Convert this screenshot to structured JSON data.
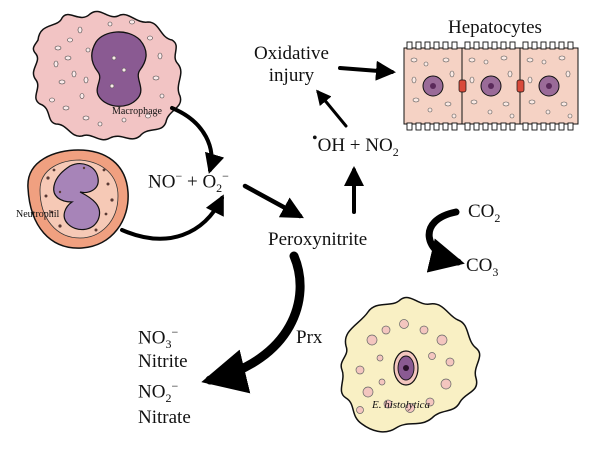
{
  "labels": {
    "macrophage": "Macrophage",
    "neutrophil": "Neutrophil",
    "hepatocytes": "Hepatocytes",
    "oxidative_line1": "Oxidative",
    "oxidative_line2": "injury",
    "oh_no2_lead": "OH + NO",
    "oh_no2_sub": "2",
    "no_o2_a": "NO",
    "no_o2_a_sup": "−",
    "no_o2_b": " + O",
    "no_o2_b_sub": "2",
    "no_o2_b_sup": "−",
    "peroxynitrite": "Peroxynitrite",
    "co2_lead": "CO",
    "co2_sub": "2",
    "co3_lead": "CO",
    "co3_sub": "3",
    "no3_lead": "NO",
    "no3_sub": "3",
    "no3_sup": "−",
    "nitrite": "Nitrite",
    "no2_lead": "NO",
    "no2_sub": "2",
    "no2_sup": "−",
    "nitrate": "Nitrate",
    "prx": "Prx",
    "ehistolytica": "E. histolytica"
  },
  "colors": {
    "macrophage_fill": "#f2c4c4",
    "macrophage_nucleus": "#8a5a92",
    "neutrophil_outer": "#f0a080",
    "neutrophil_inner": "#f6c9b6",
    "neutrophil_nucleus": "#a784b8",
    "hepatocyte_fill": "#f5d2c4",
    "hepatocyte_nucleus": "#9a6b98",
    "hepatocyte_junction": "#d94a3a",
    "amoeba_fill": "#f9f0c4",
    "amoeba_vacuole": "#f4c6bf",
    "amoeba_nucleus": "#8a5a92",
    "arrow": "#000000"
  },
  "icons": [
    "macrophage-cell",
    "neutrophil-cell",
    "hepatocyte-cells",
    "ehistolytica-cell"
  ]
}
